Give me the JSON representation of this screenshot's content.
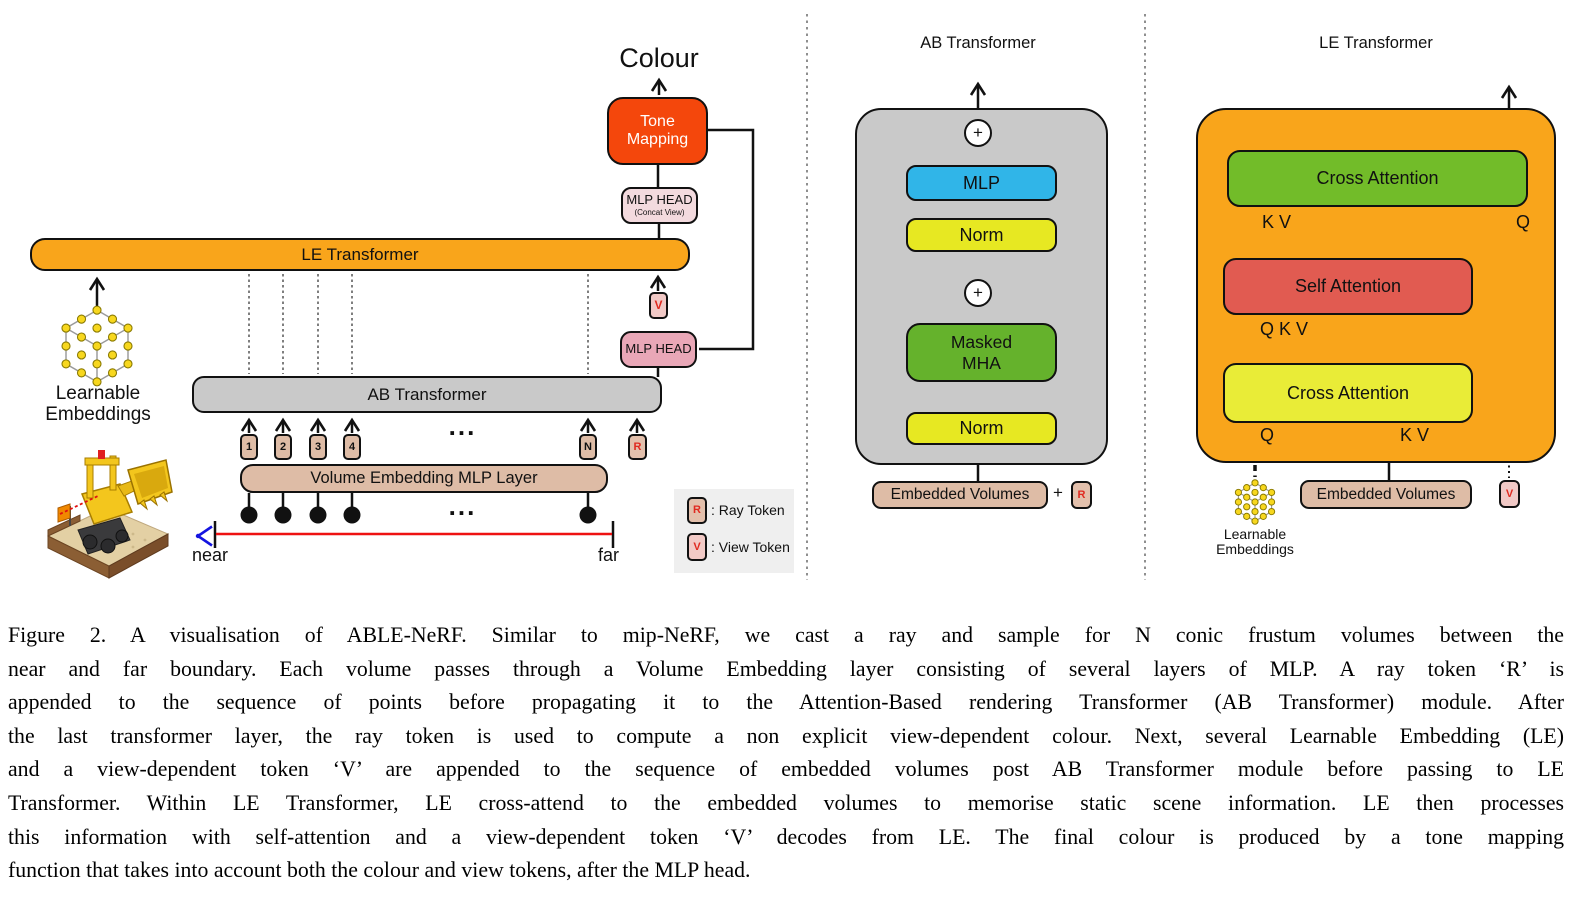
{
  "palette": {
    "orange": "#F9A51B",
    "tone_red": "#F4470C",
    "gray": "#C9C9C9",
    "tan": "#DEBCA6",
    "pink_light": "#F3DADE",
    "pink": "#E9A7B7",
    "pink_token": "#F1C9C6",
    "blue": "#30B5E8",
    "yellow": "#E7E822",
    "green": "#65B22C",
    "green_bright": "#72BC29",
    "red_attention": "#E15B51",
    "yellow_bright": "#E9EC37",
    "node_yellow": "#F7D71E",
    "ray_red": "#EE1111",
    "token_red": "#E02A20"
  },
  "left": {
    "colour_label": "Colour",
    "tone_mapping_label": "Tone Mapping",
    "mlp_head_concat_title": "MLP HEAD",
    "mlp_head_concat_sub": "(Concat View)",
    "le_transformer_label": "LE Transformer",
    "v_token": "V",
    "mlp_head_label": "MLP HEAD",
    "ab_transformer_label": "AB Transformer",
    "learnable_embeddings_label": "Learnable Embeddings",
    "tokens": [
      "1",
      "2",
      "3",
      "4"
    ],
    "token_n": "N",
    "token_r": "R",
    "ellipsis": "...",
    "volume_embedding_label": "Volume Embedding MLP Layer",
    "near_label": "near",
    "far_label": "far",
    "scene_image": "lego-bulldozer-render",
    "legend": {
      "r_token": "R",
      "r_text": ": Ray Token",
      "v_token": "V",
      "v_text": ": View Token"
    }
  },
  "middle": {
    "title": "AB Transformer",
    "plus": "+",
    "mlp_label": "MLP",
    "norm_label": "Norm",
    "masked_mha_label": "Masked MHA",
    "embedded_volumes_label": "Embedded Volumes",
    "r_token": "R"
  },
  "right": {
    "title": "LE Transformer",
    "cross_attention_top_label": "Cross Attention",
    "kv_top": "K V",
    "q_top": "Q",
    "self_attention_label": "Self Attention",
    "qkv": "Q K V",
    "cross_attention_bottom_label": "Cross Attention",
    "q_bottom": "Q",
    "kv_bottom": "K V",
    "learnable_embeddings_label": "Learnable Embeddings",
    "embedded_volumes_label": "Embedded Volumes",
    "v_token": "V"
  },
  "caption": {
    "lines": [
      "Figure 2.  A visualisation of ABLE-NeRF. Similar to mip-NeRF, we cast a ray and sample for N conic frustum volumes between the",
      "near and far boundary. Each volume passes through a Volume Embedding layer consisting of several layers of MLP. A ray token ‘R’ is",
      "appended to the sequence of points before propagating it to the Attention-Based rendering Transformer (AB Transformer) module. After",
      "the last transformer layer, the ray token is used to compute a non explicit view-dependent colour. Next, several Learnable Embedding (LE)",
      "and a view-dependent token ‘V’ are appended to the sequence of embedded volumes post AB Transformer module before passing to LE",
      "Transformer. Within LE Transformer, LE cross-attend to the embedded volumes to memorise static scene information. LE then processes",
      "this information with self-attention and a view-dependent token ‘V’ decodes from LE. The final colour is produced by a tone mapping",
      "function that takes into account both the colour and view tokens, after the MLP head."
    ]
  }
}
